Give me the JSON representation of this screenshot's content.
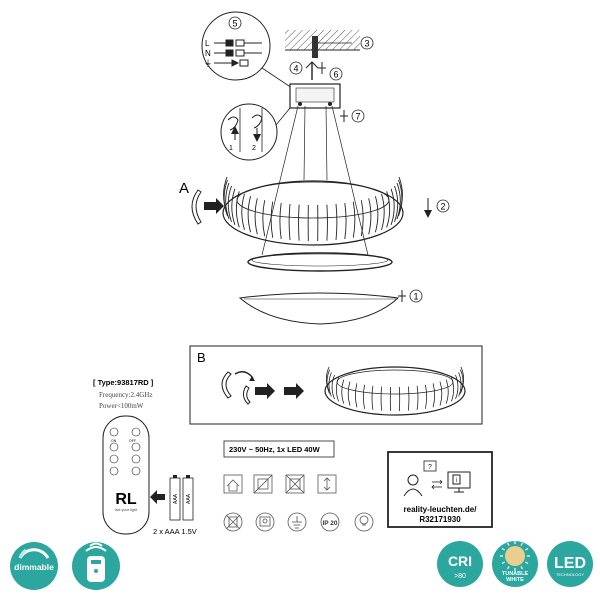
{
  "callouts": {
    "c1": "1",
    "c2": "2",
    "c3": "3",
    "c4": "4",
    "c5": "5",
    "c6": "6",
    "c7": "7"
  },
  "wiring": {
    "l": "L",
    "n": "N",
    "earth": "⏚"
  },
  "steps": {
    "s1": "1",
    "s2": "2"
  },
  "labels": {
    "a": "A",
    "b": "B"
  },
  "remote": {
    "type": "[ Type:93817RD ]",
    "frequency": "Frequency:2.4GHz",
    "power": "Power<100mW",
    "logo": "RL",
    "logo_tagline": "live your light",
    "batteries": "2 x AAA 1.5V",
    "battery_label": "AAA",
    "btn_on": "ON",
    "btn_off": "OFF"
  },
  "spec": {
    "voltage": "230V ~ 50Hz,  1x LED  40W"
  },
  "ip": {
    "rating": "IP 20"
  },
  "support": {
    "url": "reality-leuchten.de/",
    "code": "R32171930"
  },
  "badges": {
    "dimmable": "dimmable",
    "cri_main": "CRI",
    "cri_sub": ">80",
    "tunable_1": "TUNABLE",
    "tunable_2": "WHITE",
    "led_main": "LED",
    "led_sub": "TECHNOLOGY"
  },
  "colors": {
    "teal": "#2ba7a0",
    "cream": "#e9cf8d",
    "line": "#222222"
  }
}
